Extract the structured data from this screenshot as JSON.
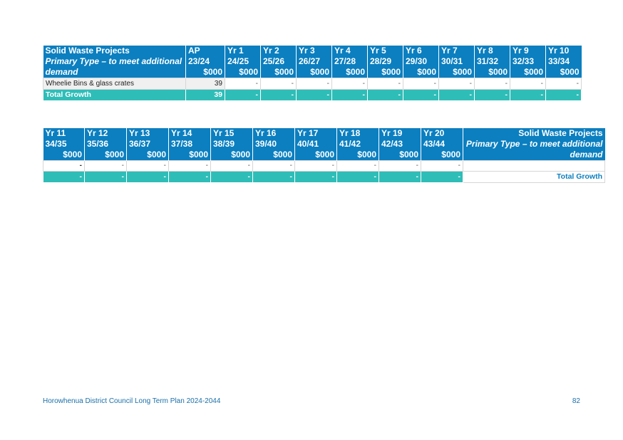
{
  "table1": {
    "header": {
      "title": "Solid Waste Projects",
      "subtitle_line1": "Primary Type – to meet additional",
      "subtitle_line2": "demand",
      "cols": [
        {
          "label": "AP",
          "year": "23/24",
          "unit": "$000"
        },
        {
          "label": "Yr 1",
          "year": "24/25",
          "unit": "$000"
        },
        {
          "label": "Yr 2",
          "year": "25/26",
          "unit": "$000"
        },
        {
          "label": "Yr 3",
          "year": "26/27",
          "unit": "$000"
        },
        {
          "label": "Yr 4",
          "year": "27/28",
          "unit": "$000"
        },
        {
          "label": "Yr 5",
          "year": "28/29",
          "unit": "$000"
        },
        {
          "label": "Yr 6",
          "year": "29/30",
          "unit": "$000"
        },
        {
          "label": "Yr 7",
          "year": "30/31",
          "unit": "$000"
        },
        {
          "label": "Yr 8",
          "year": "31/32",
          "unit": "$000"
        },
        {
          "label": "Yr 9",
          "year": "32/33",
          "unit": "$000"
        },
        {
          "label": "Yr 10",
          "year": "33/34",
          "unit": "$000"
        }
      ]
    },
    "rows": [
      {
        "name": "Wheelie Bins & glass crates",
        "values": [
          "39",
          "-",
          "-",
          "-",
          "-",
          "-",
          "-",
          "-",
          "-",
          "-",
          "-"
        ]
      }
    ],
    "total": {
      "name": "Total Growth",
      "values": [
        "39",
        "-",
        "-",
        "-",
        "-",
        "-",
        "-",
        "-",
        "-",
        "-",
        "-"
      ]
    }
  },
  "table2": {
    "header": {
      "title": "Solid Waste Projects",
      "subtitle_line1": "Primary Type – to meet additional",
      "subtitle_line2": "demand",
      "cols": [
        {
          "label": "Yr 11",
          "year": "34/35",
          "unit": "$000"
        },
        {
          "label": "Yr 12",
          "year": "35/36",
          "unit": "$000"
        },
        {
          "label": "Yr 13",
          "year": "36/37",
          "unit": "$000"
        },
        {
          "label": "Yr 14",
          "year": "37/38",
          "unit": "$000"
        },
        {
          "label": "Yr 15",
          "year": "38/39",
          "unit": "$000"
        },
        {
          "label": "Yr 16",
          "year": "39/40",
          "unit": "$000"
        },
        {
          "label": "Yr 17",
          "year": "40/41",
          "unit": "$000"
        },
        {
          "label": "Yr 18",
          "year": "41/42",
          "unit": "$000"
        },
        {
          "label": "Yr 19",
          "year": "42/43",
          "unit": "$000"
        },
        {
          "label": "Yr 20",
          "year": "43/44",
          "unit": "$000"
        }
      ]
    },
    "rows": [
      {
        "name": "",
        "values": [
          "-",
          "-",
          "-",
          "-",
          "-",
          "-",
          "-",
          "-",
          "-",
          "-"
        ]
      }
    ],
    "total": {
      "name": "Total Growth",
      "values": [
        "-",
        "-",
        "-",
        "-",
        "-",
        "-",
        "-",
        "-",
        "-",
        "-"
      ]
    }
  },
  "footer": {
    "left": "Horowhenua District Council Long Term Plan 2024-2044",
    "page": "82"
  }
}
